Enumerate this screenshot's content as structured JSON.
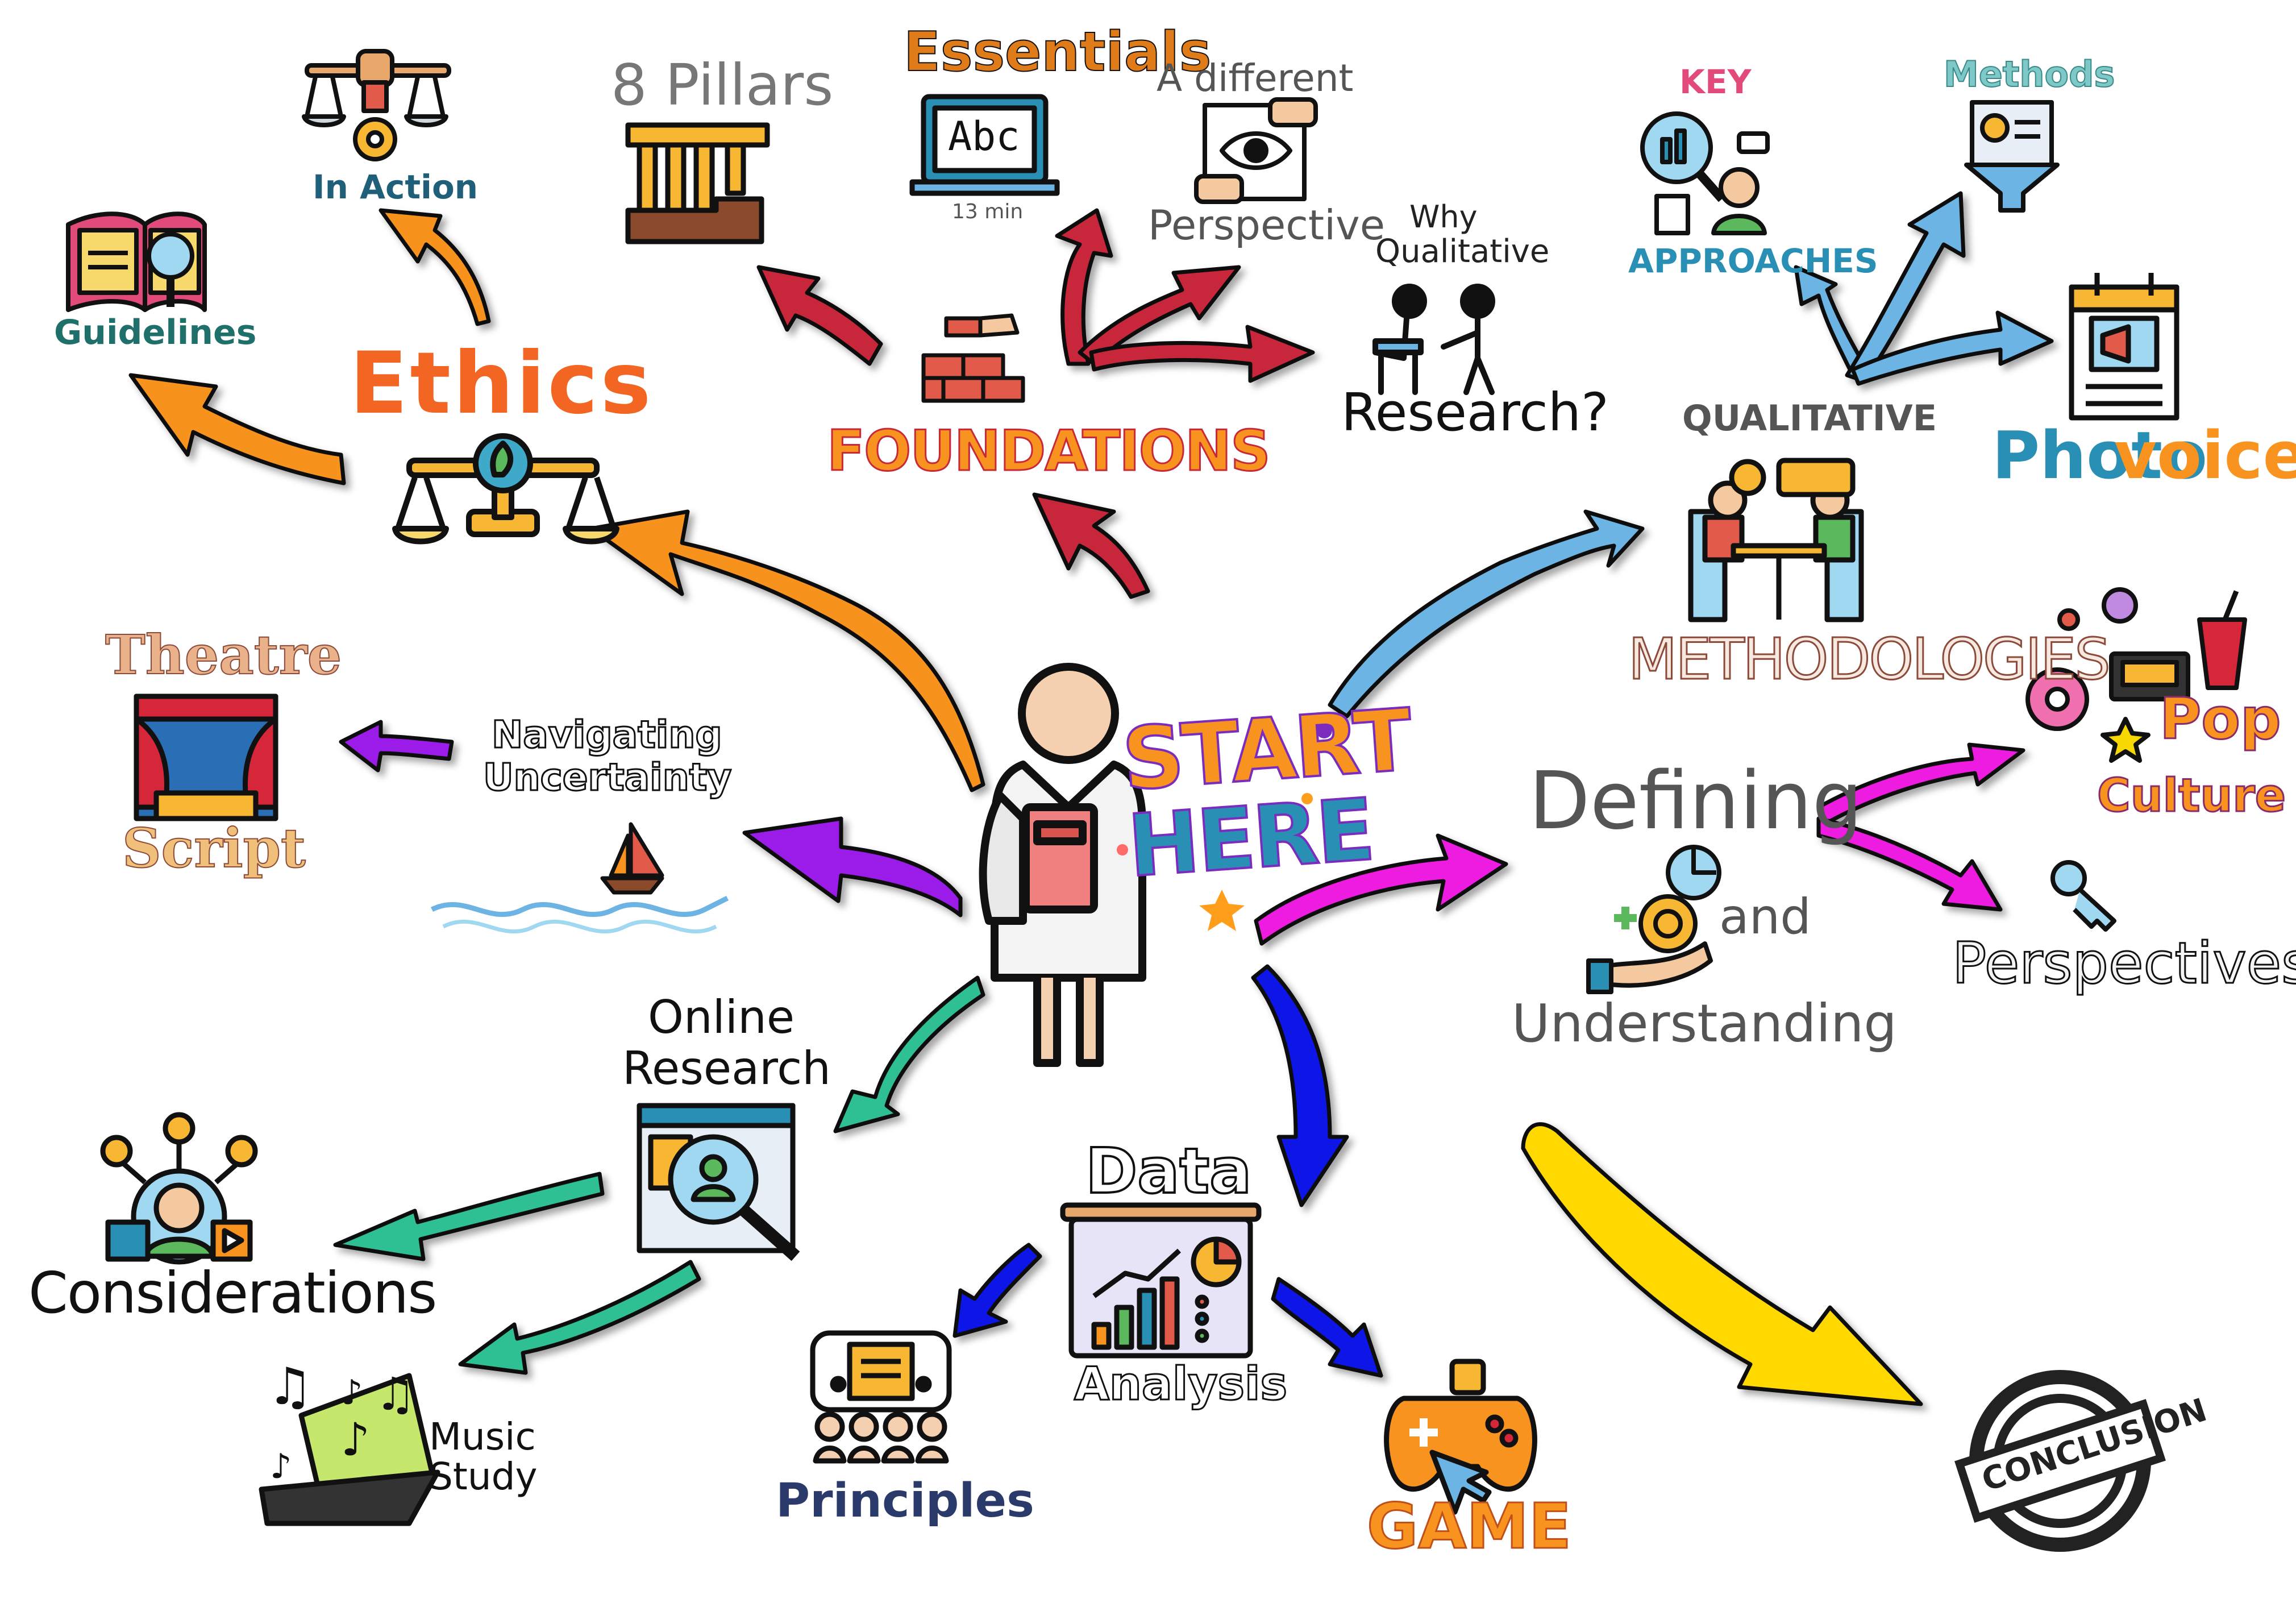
{
  "center": {
    "start": "START",
    "here": "HERE"
  },
  "nodes": {
    "ethics": "Ethics",
    "in_action": "In Action",
    "guidelines": "Guidelines",
    "pillars": "8 Pillars",
    "essentials": "Essentials",
    "essentials_screen": "Abc",
    "essentials_duration": "13 min",
    "different": "A different",
    "perspective": "Perspective",
    "why": "Why",
    "qualitative_small": "Qualitative",
    "research_q": "Research?",
    "foundations": "FOUNDATIONS",
    "key": "KEY",
    "approaches": "APPROACHES",
    "methods": "Methods",
    "photovoice_a": "Photo",
    "photovoice_b": "voice",
    "qualitative_caps": "QUALITATIVE",
    "methodologies": "METHODOLOGIES",
    "theatre": "Theatre",
    "script": "Script",
    "navigating": "Navigating",
    "uncertainty": "Uncertainty",
    "defining": "Defining",
    "and": "and",
    "understanding": "Understanding",
    "pop": "Pop",
    "culture": "Culture",
    "perspectives": "Perspectives",
    "online": "Online",
    "research": "Research",
    "considerations": "Considerations",
    "music": "Music",
    "study": "Study",
    "data": "Data",
    "analysis": "Analysis",
    "principles": "Principles",
    "game": "GAME",
    "conclusion": "CONCLUSION"
  },
  "colors": {
    "ethics_arrow": "#f7931e",
    "foundations_arrow": "#c8283a",
    "qualitative_arrow": "#6cb4e4",
    "approaches_arrow": "#6cb4e4",
    "theatre_arrow": "#9b1fe8",
    "defining_arrow": "#ee1ee0",
    "online_arrow": "#2fbf93",
    "data_arrow": "#0a14e6",
    "conclusion_arrow": "#ffd800",
    "ethics_text": "#f26522",
    "photovoice_text": "#2a8fb5",
    "methods_text": "#7ec8c8"
  }
}
